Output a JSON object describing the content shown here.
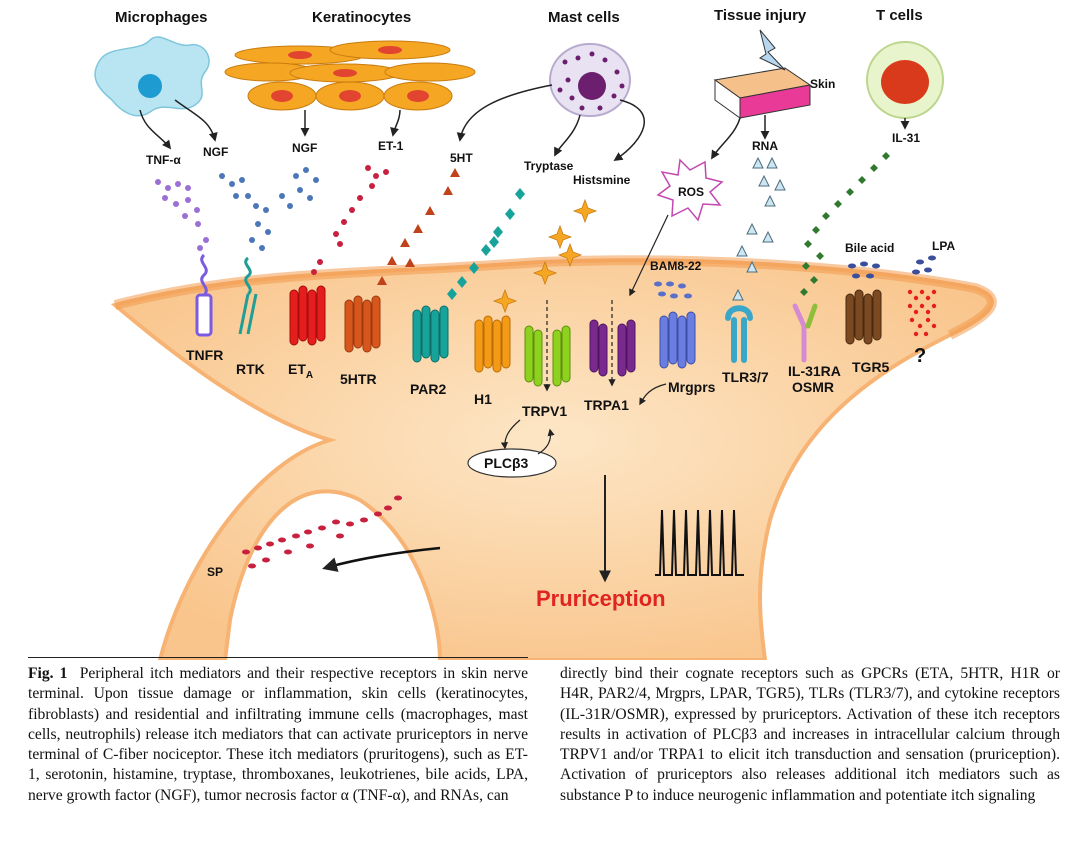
{
  "cells": {
    "macrophages": "Microphages",
    "keratinocytes": "Keratinocytes",
    "mast_cells": "Mast cells",
    "tissue_injury": "Tissue injury",
    "t_cells": "T cells",
    "skin": "Skin"
  },
  "mediators": {
    "tnf": "TNF-α",
    "ngf1": "NGF",
    "ngf2": "NGF",
    "et1": "ET-1",
    "ht5": "5HT",
    "tryptase": "Tryptase",
    "histamine": "Histsmine",
    "ros": "ROS",
    "rna": "RNA",
    "il31": "IL-31",
    "bam": "BAM8-22",
    "bile": "Bile acid",
    "lpa": "LPA",
    "sp": "SP"
  },
  "receptors": {
    "tnfr": "TNFR",
    "rtk": "RTK",
    "eta": "ET",
    "eta_sub": "A",
    "htr": "5HTR",
    "par2": "PAR2",
    "h1": "H1",
    "trpv1": "TRPV1",
    "trpa1": "TRPA1",
    "mrgprs": "Mrgprs",
    "tlr": "TLR3/7",
    "il31ra": "IL-31RA",
    "osmr": "OSMR",
    "tgr5": "TGR5",
    "unknown": "?",
    "plc": "PLCβ3"
  },
  "outcome": "Pruriception",
  "caption": {
    "label": "Fig. 1",
    "left": "Peripheral itch mediators and their respective receptors in skin nerve terminal. Upon tissue damage or inflammation, skin cells (keratinocytes, fibroblasts) and residential and infiltrating immune cells (macrophages, mast cells, neutrophils) release itch mediators that can activate pruriceptors in nerve terminal of C-fiber nociceptor. These itch mediators (pruritogens), such as ET-1, serotonin, histamine, tryptase, thromboxanes, leukotrienes, bile acids, LPA, nerve growth factor (NGF), tumor necrosis factor α (TNF-α), and RNAs, can",
    "right": "directly bind their cognate receptors such as GPCRs (ETA, 5HTR, H1R or H4R, PAR2/4, Mrgprs, LPAR, TGR5), TLRs (TLR3/7), and cytokine receptors (IL-31R/OSMR), expressed by pruriceptors. Activation of these itch receptors results in activation of PLCβ3 and increases in intracellular calcium through TRPV1 and/or TRPA1 to elicit itch transduction and sensation (pruriception). Activation of pruriceptors also releases additional itch mediators such as substance P to induce neurogenic inflammation and potentiate itch signaling"
  },
  "colors": {
    "nerve_fill": "#fcd9a8",
    "tnfr": "#7b5be0",
    "rtk": "#1e9e96",
    "eta": "#e51d1d",
    "htr": "#d7561b",
    "par2": "#17a39a",
    "h1": "#f59a16",
    "trpv1": "#8fd11f",
    "trpa1": "#7a2a8f",
    "mrgprs": "#6a7de0",
    "tlr": "#3aa7c9",
    "il31ra": "#d58bd1",
    "tgr5": "#7b4a22",
    "unknown": "#e51d1d",
    "pruriception": "#e0241f"
  }
}
